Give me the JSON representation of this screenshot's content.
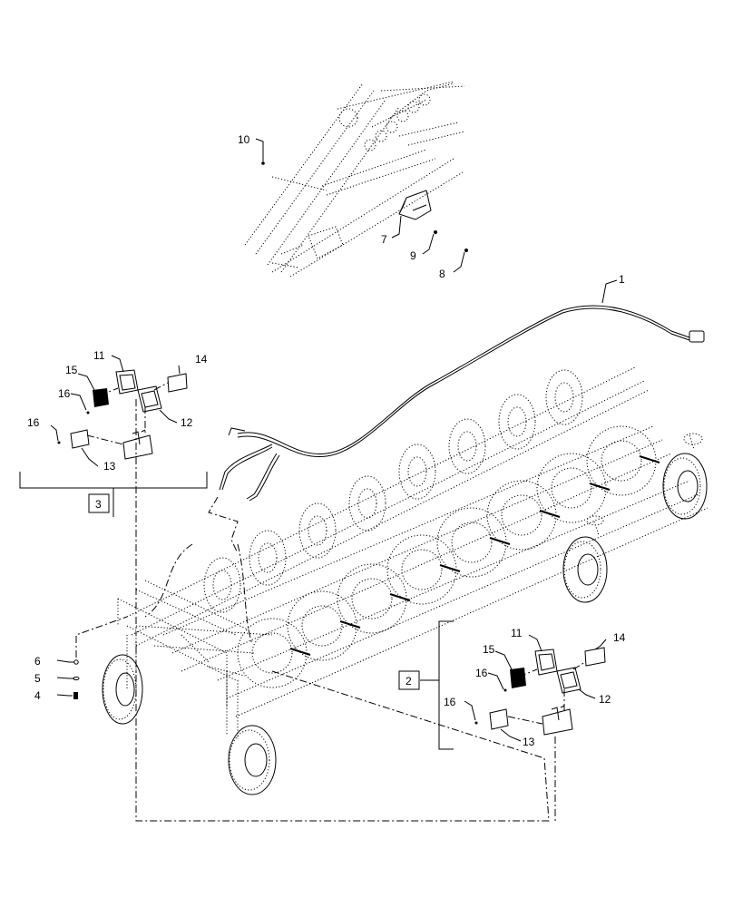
{
  "callouts": {
    "c1": "1",
    "c4": "4",
    "c5": "5",
    "c6": "6",
    "c7": "7",
    "c8": "8",
    "c9": "9",
    "c10": "10",
    "left_group": {
      "c11": "11",
      "c12": "12",
      "c13": "13",
      "c14": "14",
      "c15": "15",
      "c16a": "16",
      "c16b": "16"
    },
    "right_group": {
      "c11": "11",
      "c12": "12",
      "c13": "13",
      "c14": "14",
      "c15": "15",
      "c16a": "16",
      "c16b": "16"
    }
  },
  "boxes": {
    "box2": "2",
    "box3": "3"
  },
  "icons": {
    "wheel": "wheel-icon",
    "rake_wheel": "rake-wheel-icon",
    "lamp": "lamp-icon"
  }
}
